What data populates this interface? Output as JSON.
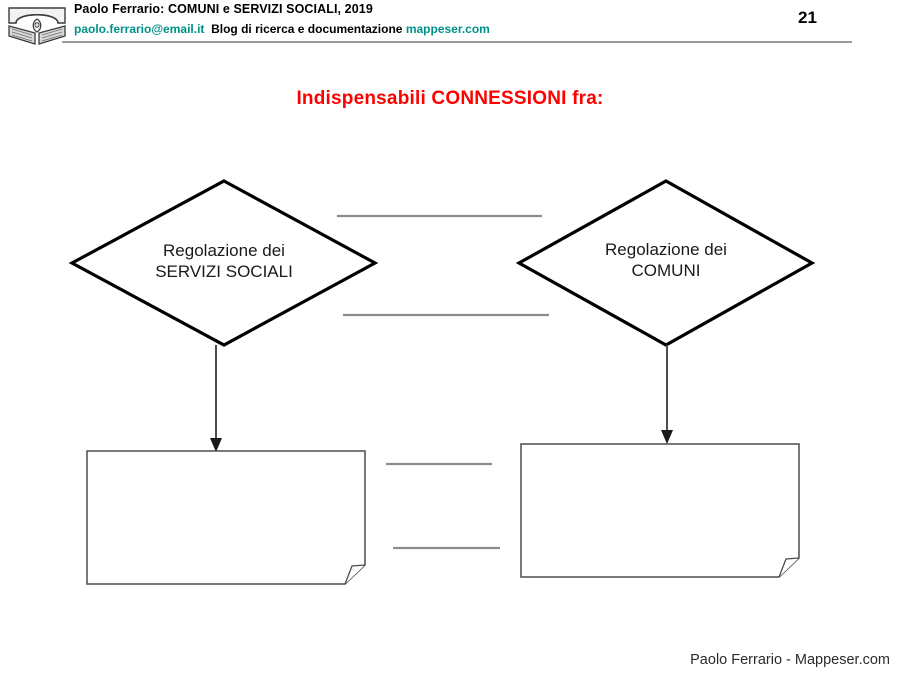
{
  "header": {
    "logo_icon": "open-book-logo",
    "title": "Paolo Ferrario: COMUNI e SERVIZI SOCIALI, 2019",
    "email": "paolo.ferrario@email.it",
    "subtitle": "Blog di ricerca e documentazione",
    "site": "mappeser.com",
    "page_number": "21",
    "link_color": "#009288",
    "rule_color": "#9b9b9b"
  },
  "slide": {
    "title": "Indispensabili CONNESSIONI fra:",
    "title_color": "#ff0000"
  },
  "diagram": {
    "left_diamond": {
      "line1": "Regolazione dei",
      "line2": "SERVIZI SOCIALI"
    },
    "right_diamond": {
      "line1": "Regolazione dei",
      "line2": "COMUNI"
    },
    "left_box": {
      "text": ""
    },
    "right_box": {
      "text": ""
    },
    "connector_lines": [
      {
        "name": "upper-diamond-connector",
        "color": "#8c8c8c"
      },
      {
        "name": "lower-diamond-connector",
        "color": "#8c8c8c"
      },
      {
        "name": "upper-box-connector",
        "color": "#8c8c8c"
      },
      {
        "name": "lower-box-connector",
        "color": "#8c8c8c"
      }
    ],
    "shape_stroke": "#000000",
    "box_stroke": "#4d4d4d"
  },
  "footer": {
    "text": "Paolo Ferrario - Mappeser.com"
  }
}
